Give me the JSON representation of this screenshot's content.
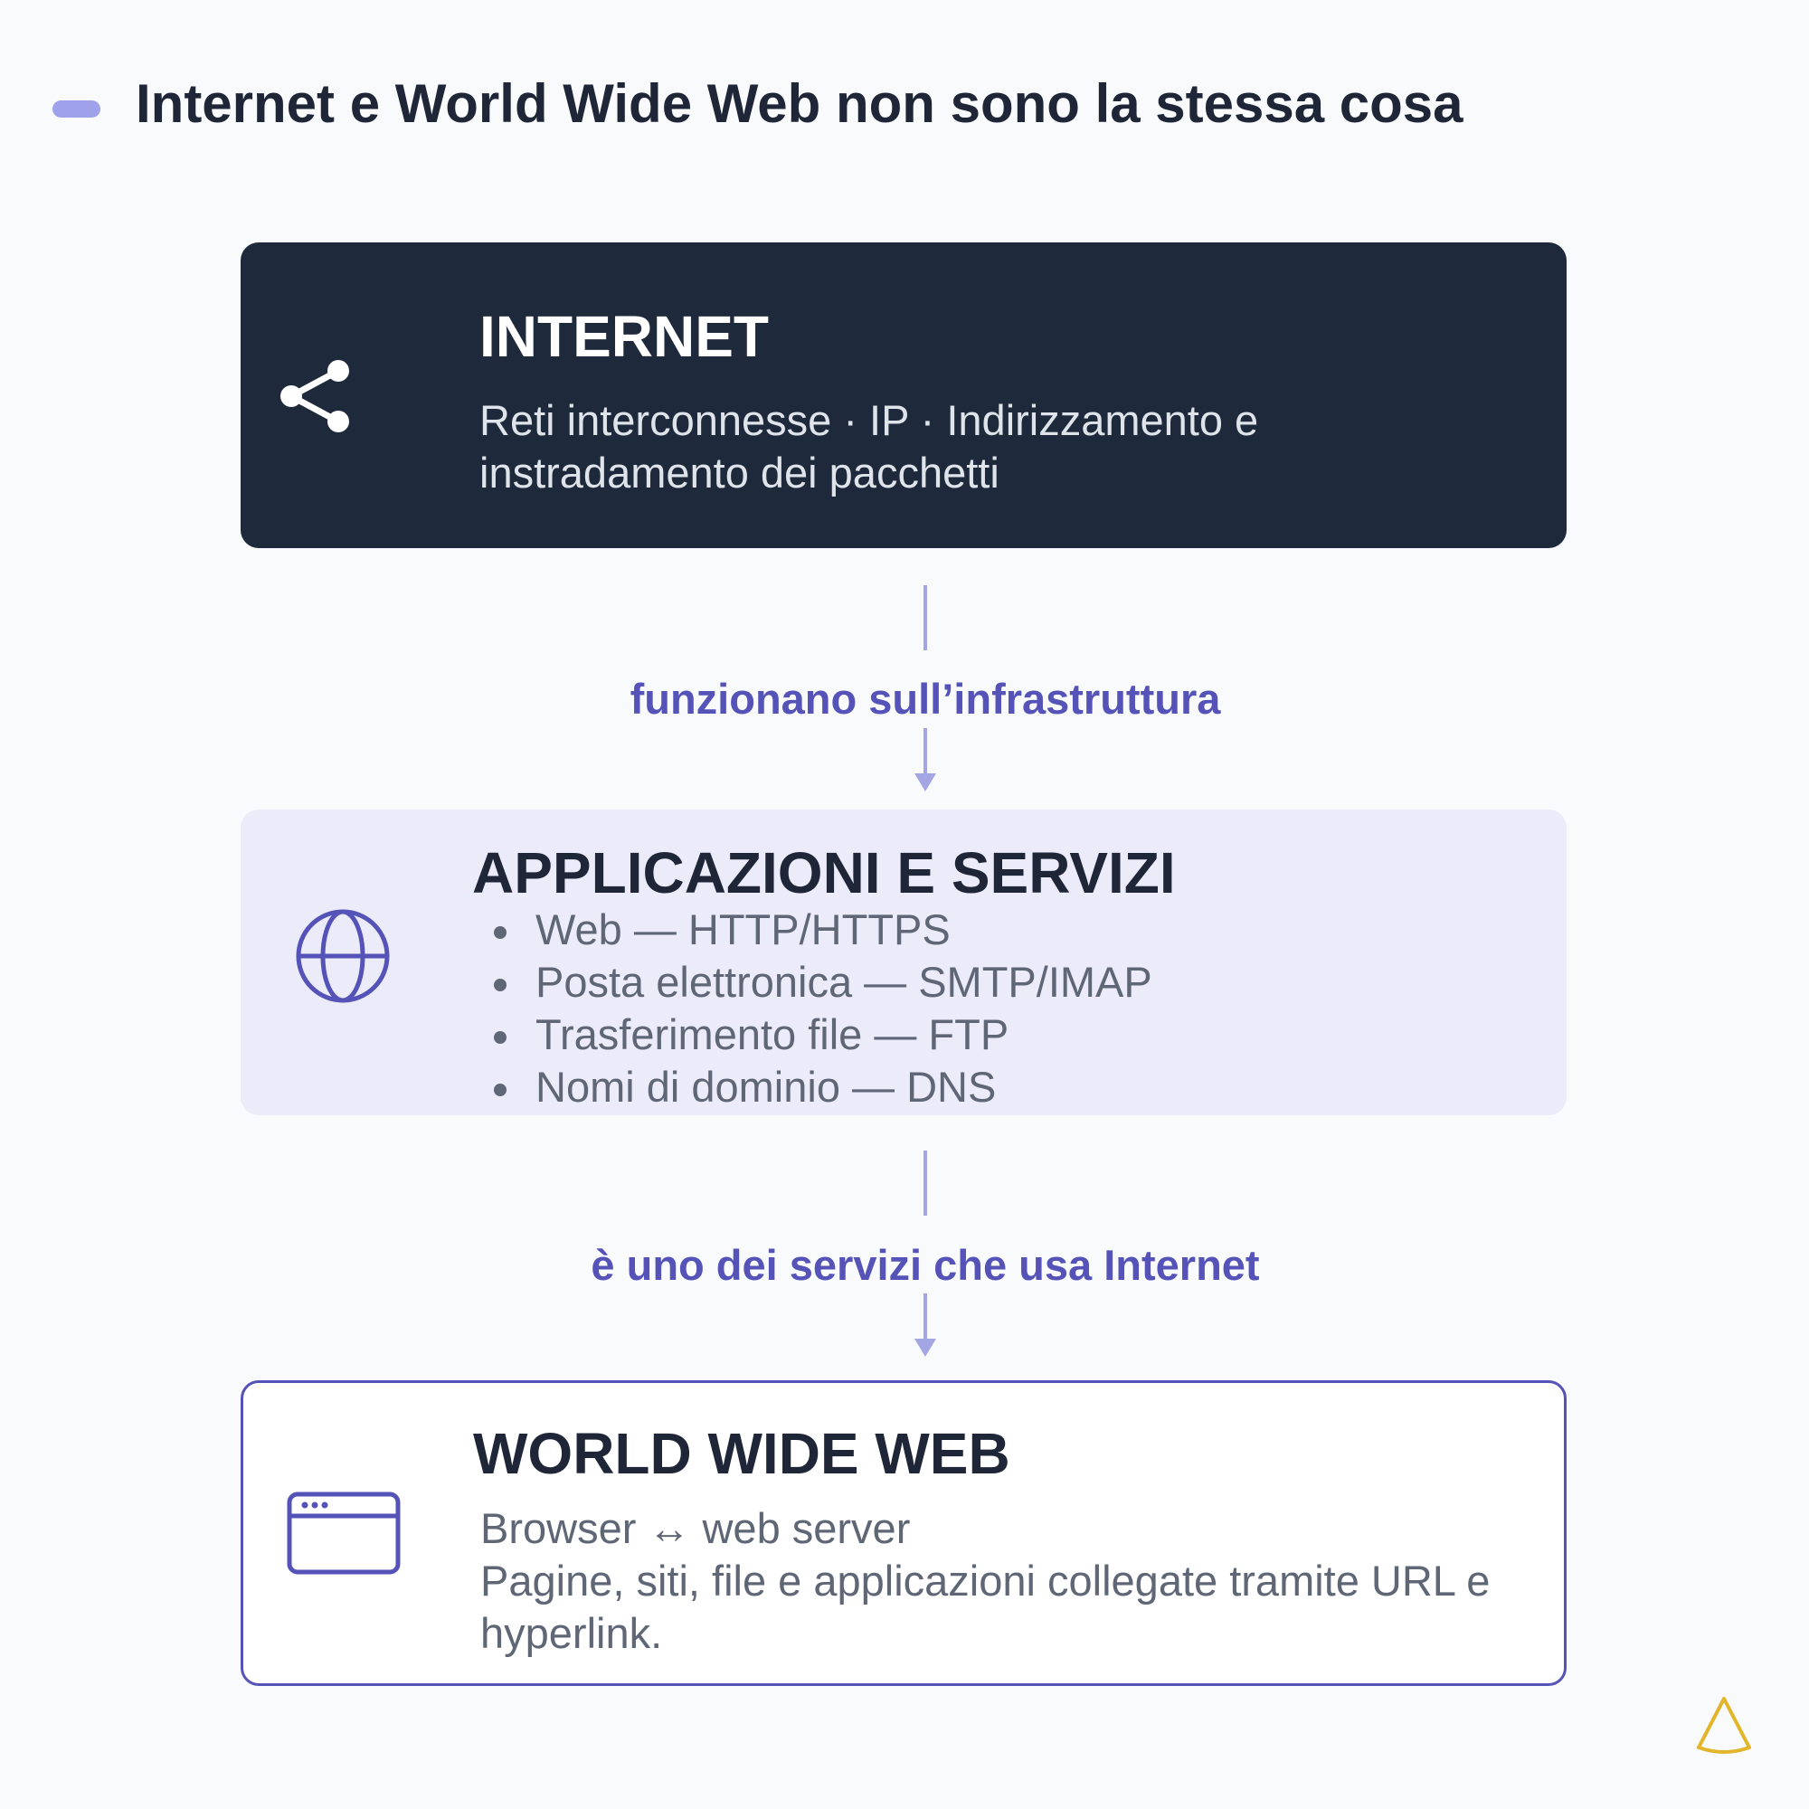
{
  "title": "Internet e World Wide Web non sono la stessa cosa",
  "colors": {
    "accent": "#5553b7",
    "accent_light": "#9fa2ea",
    "dark_box": "#1e293b",
    "lavender_box": "#ecebfa",
    "logo": "#e2b52a"
  },
  "boxes": {
    "internet": {
      "title": "INTERNET",
      "description": "Reti interconnesse · IP · Indirizzamento e instradamento dei pacchetti",
      "icon": "share-icon"
    },
    "apps": {
      "title": "APPLICAZIONI E SERVIZI",
      "items": [
        "Web — HTTP/HTTPS",
        "Posta elettronica — SMTP/IMAP",
        "Trasferimento file — FTP",
        "Nomi di dominio — DNS"
      ],
      "icon": "globe-icon"
    },
    "www": {
      "title": "WORLD WIDE WEB",
      "line1": "Browser ↔ web server",
      "line2": "Pagine, siti, file e applicazioni collegate tramite URL e hyperlink.",
      "icon": "browser-window-icon"
    }
  },
  "connectors": [
    {
      "label": "funzionano sull’infrastruttura"
    },
    {
      "label": "è uno dei servizi che usa Internet"
    }
  ],
  "logo_icon": "triangle-logo-icon"
}
